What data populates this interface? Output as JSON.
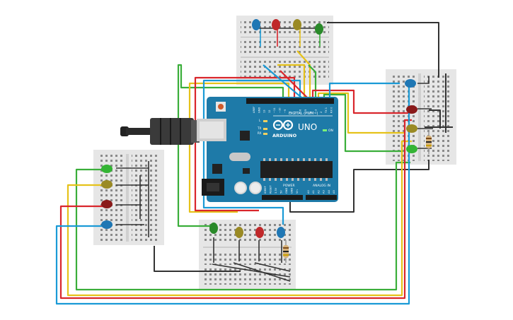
{
  "board": {
    "brand": "ARDUINO",
    "model": "UNO",
    "digital_label": "DIGITAL (PWM~)",
    "on_label": "ON",
    "power_label": "POWER",
    "analog_label": "ANALOG IN",
    "tx_label": "TX",
    "rx_label": "RX",
    "l_label": "L",
    "top_pin_labels": [
      "AREF",
      "GND",
      "13",
      "12",
      "~11",
      "~10",
      "~9",
      "8",
      "7",
      "~6",
      "~5",
      "4",
      "~3",
      "2",
      "TX 1",
      "RX 0"
    ],
    "power_pin_labels": [
      "IOREF",
      "RESET",
      "3.3V",
      "5V",
      "GND",
      "GND",
      "Vin"
    ],
    "analog_pin_labels": [
      "A0",
      "A1",
      "A2",
      "A3",
      "A4",
      "A5"
    ]
  },
  "colors": {
    "board": "#1e7aa8",
    "board_dark": "#16628a",
    "breadboard": "#e6e6e6",
    "wire_red": "#d9262c",
    "wire_yellow": "#e6c21a",
    "wire_green": "#3aae3a",
    "wire_blue": "#1a9ad6",
    "wire_black": "#333333",
    "led_blue": "#1f77b4",
    "led_red": "#c0282a",
    "led_olive": "#9a8a24",
    "led_green": "#34b434",
    "led_dark_red": "#8a1a1a"
  },
  "icons": {
    "logo": "arduino-infinity-icon",
    "usb": "usb-cable-icon",
    "power_jack": "dc-jack-icon",
    "reset": "reset-button-icon"
  }
}
